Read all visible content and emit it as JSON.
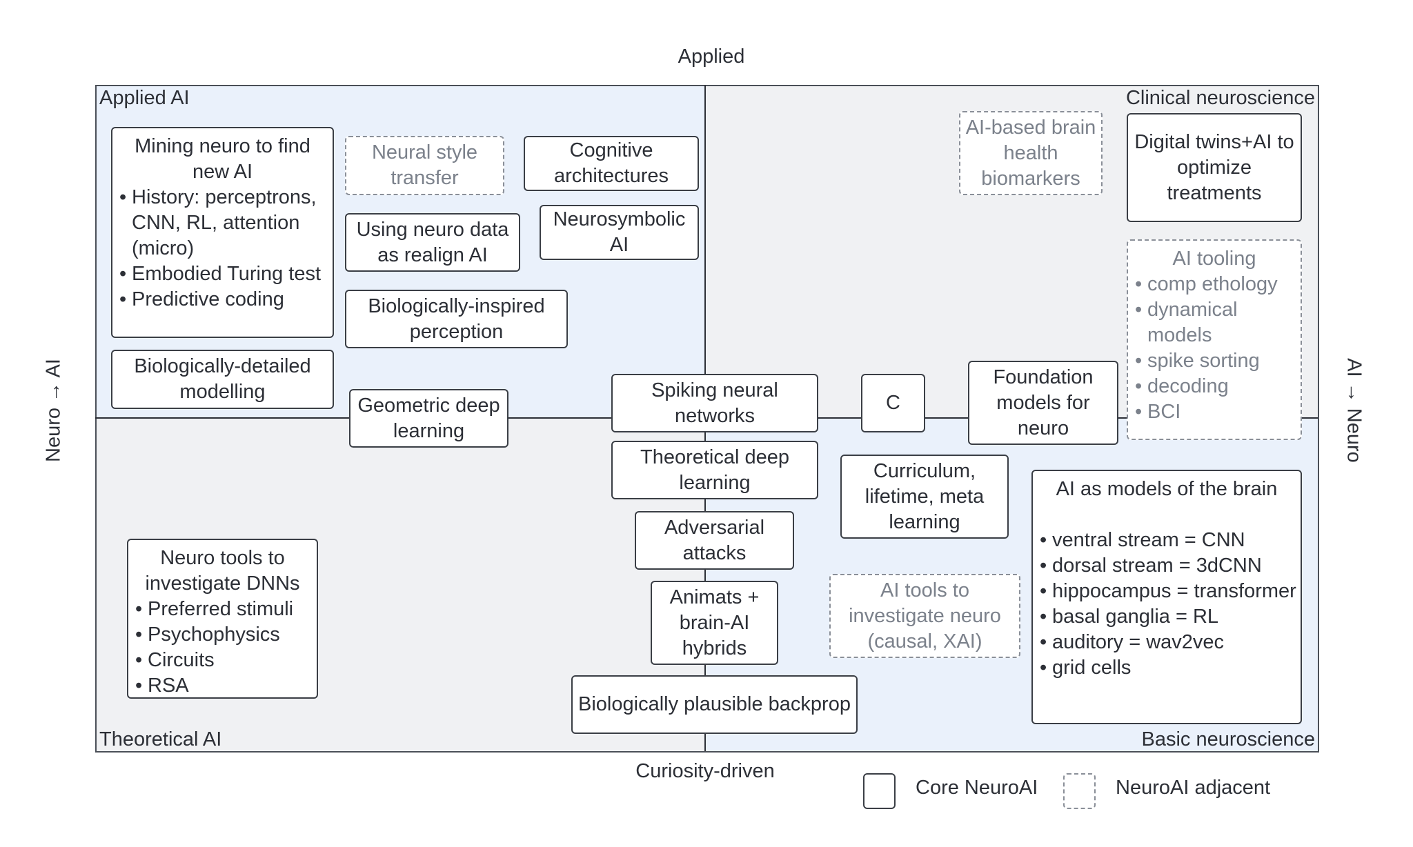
{
  "axes": {
    "top": "Applied",
    "bottom": "Curiosity-driven",
    "left": "Neuro → AI",
    "right": "AI → Neuro"
  },
  "quadrants": {
    "top_left": "Applied AI",
    "top_right": "Clinical neuroscience",
    "bottom_left": "Theoretical AI",
    "bottom_right": "Basic neuroscience"
  },
  "boxes": {
    "mining_neuro": {
      "title": "Mining neuro to find new AI",
      "bullets": [
        "History: perceptrons, CNN, RL, attention (micro)",
        "Embodied Turing test",
        "Predictive coding"
      ]
    },
    "neural_style": {
      "title": "Neural style transfer"
    },
    "cognitive_arch": {
      "title": "Cognitive architectures"
    },
    "neuro_data_realign": {
      "title": "Using neuro data as realign AI"
    },
    "neurosymbolic": {
      "title": "Neurosymbolic AI"
    },
    "bio_perception": {
      "title": "Biologically-inspired perception"
    },
    "bio_modelling": {
      "title": "Biologically-detailed modelling"
    },
    "geometric_dl": {
      "title": "Geometric deep learning"
    },
    "spiking": {
      "title": "Spiking neural networks"
    },
    "c_box": {
      "title": "C"
    },
    "foundation": {
      "title": "Foundation models for neuro"
    },
    "ai_biomarkers": {
      "title": "AI-based brain health biomarkers"
    },
    "digital_twins": {
      "title": "Digital twins+AI to optimize treatments"
    },
    "ai_tooling": {
      "title": "AI tooling",
      "bullets": [
        "comp ethology",
        "dynamical models",
        "spike sorting",
        "decoding",
        "BCI"
      ]
    },
    "theoretical_dl": {
      "title": "Theoretical deep learning"
    },
    "adversarial": {
      "title": "Adversarial attacks"
    },
    "animats": {
      "title": "Animats + brain-AI hybrids"
    },
    "bio_backprop": {
      "title": "Biologically plausible backprop"
    },
    "curriculum": {
      "title": "Curriculum, lifetime, meta learning"
    },
    "ai_tools_neuro": {
      "title": "AI tools to investigate neuro (causal, XAI)"
    },
    "ai_models_brain": {
      "title": "AI as models of the brain",
      "bullets": [
        "ventral stream = CNN",
        "dorsal stream = 3dCNN",
        "hippocampus = transformer",
        "basal ganglia = RL",
        "auditory = wav2vec",
        "grid cells"
      ]
    },
    "neuro_tools_dnn": {
      "title": "Neuro tools to investigate DNNs",
      "bullets": [
        "Preferred stimuli",
        "Psychophysics",
        "Circuits",
        "RSA"
      ]
    }
  },
  "legend": {
    "core": "Core NeuroAI",
    "adjacent": "NeuroAI adjacent"
  }
}
